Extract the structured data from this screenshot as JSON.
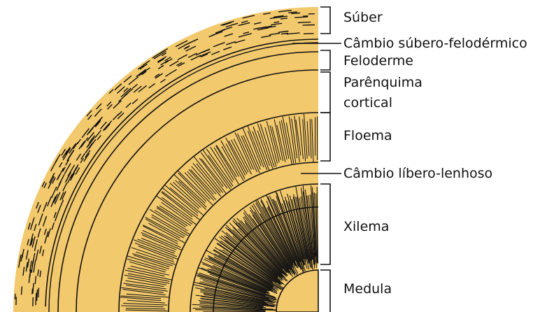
{
  "colors": {
    "tissue_fill": "#F3C96D",
    "line": "#111111",
    "background": "#ffffff"
  },
  "labels": {
    "suber": "Súber",
    "cambio_subero": "Câmbio súbero-felodérmico",
    "feloderme": "Feloderme",
    "parenquima_1": "Parênquima",
    "parenquima_2": "cortical",
    "floema": "Floema",
    "cambio_libero": "Câmbio líbero-lenhoso",
    "xilema": "Xilema",
    "medula": "Medula"
  }
}
